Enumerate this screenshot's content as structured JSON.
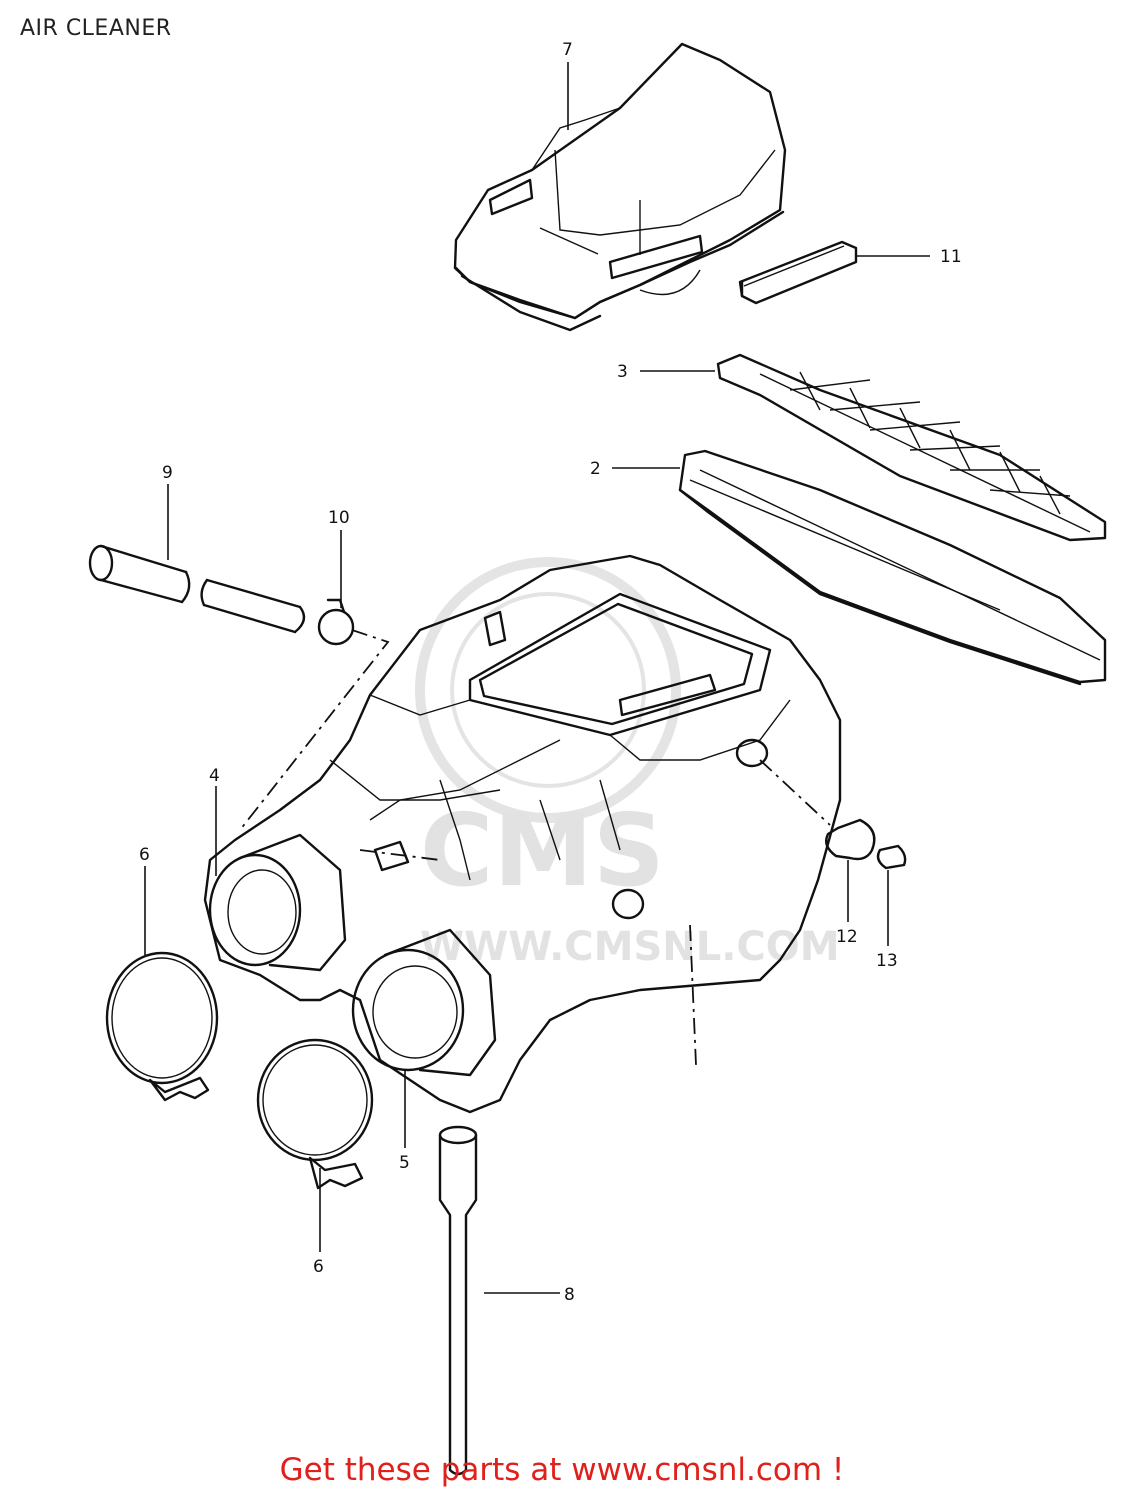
{
  "title": "AIR CLEANER",
  "watermark": {
    "brand": "CMS",
    "url": "WWW.CMSNL.COM"
  },
  "callouts": {
    "c2": "2",
    "c3": "3",
    "c4": "4",
    "c5": "5",
    "c6a": "6",
    "c6b": "6",
    "c7": "7",
    "c8": "8",
    "c9": "9",
    "c10": "10",
    "c11": "11",
    "c12": "12",
    "c13": "13"
  },
  "footer": "Get these parts at www.cmsnl.com !",
  "colors": {
    "footer_text": "#e0201a",
    "line_art": "#111111",
    "watermark": "#e2e2e2"
  }
}
